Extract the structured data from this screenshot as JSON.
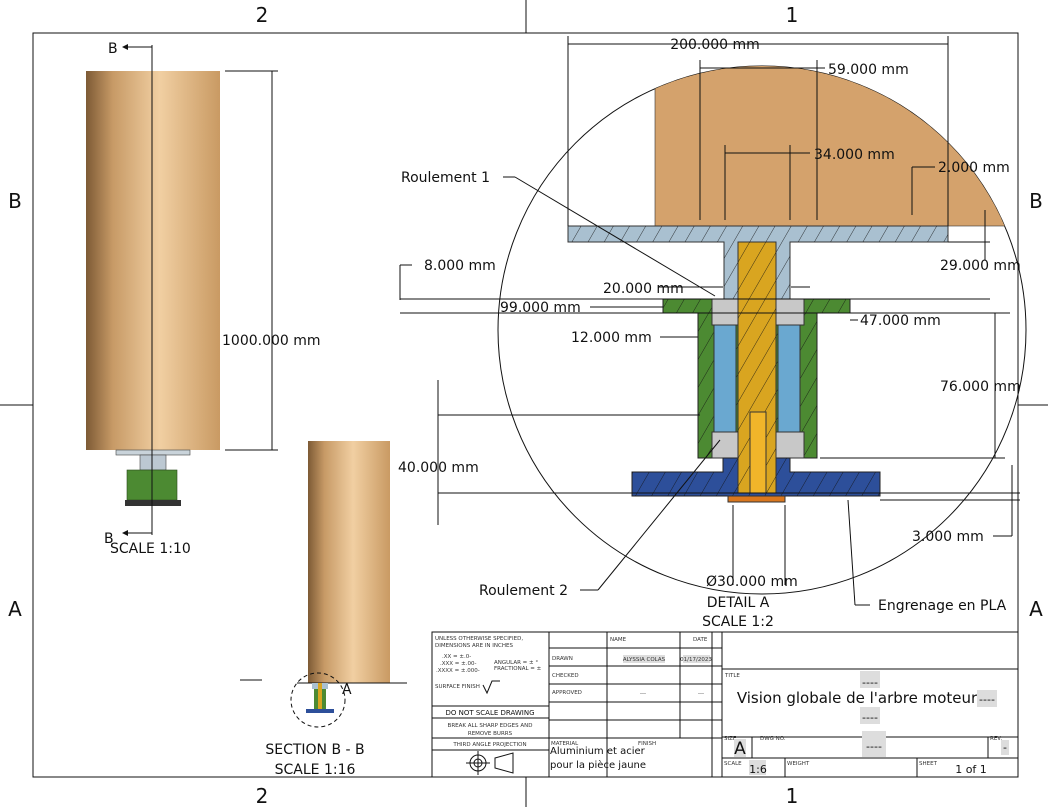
{
  "zones": {
    "top": [
      "2",
      "1"
    ],
    "bottom": [
      "2",
      "1"
    ],
    "left": [
      "B",
      "A"
    ],
    "right": [
      "B",
      "A"
    ]
  },
  "view_left": {
    "section_marker_top": "B",
    "section_marker_bottom": "B",
    "dimension": "1000.000 mm",
    "scale": "SCALE 1:10"
  },
  "view_section": {
    "detail_marker": "A",
    "title": "SECTION B - B",
    "scale": "SCALE 1:16"
  },
  "detail": {
    "title": "DETAIL A",
    "scale": "SCALE 1:2",
    "dimensions": {
      "d200": "200.000 mm",
      "d59": "59.000 mm",
      "d34": "34.000 mm",
      "d2": "2.000 mm",
      "d29": "29.000 mm",
      "d8": "8.000 mm",
      "d20": "20.000 mm",
      "d99": "99.000 mm",
      "d47": "47.000 mm",
      "d12": "12.000 mm",
      "d76": "76.000 mm",
      "d40": "40.000 mm",
      "d3": "3.000 mm",
      "d30": "Ø30.000 mm"
    },
    "callouts": {
      "roulement1": "Roulement 1",
      "roulement2": "Roulement 2",
      "engrenage": "Engrenage en PLA"
    }
  },
  "title_block": {
    "notes": [
      "UNLESS OTHERWISE SPECIFIED,",
      "DIMENSIONS ARE IN INCHES",
      ".XX = ±.0-",
      ".XXX = ±.00-",
      ".XXXX = ±.000-",
      "ANGULAR = ± °",
      "FRACTIONAL = ±",
      "SURFACE FINISH"
    ],
    "do_not_scale": "DO NOT SCALE DRAWING",
    "break_edges_1": "BREAK ALL SHARP EDGES AND",
    "break_edges_2": "REMOVE BURRS",
    "projection": "THIRD ANGLE PROJECTION",
    "name_header": "NAME",
    "date_header": "DATE",
    "drawn_label": "DRAWN",
    "drawn_name": "ALYSSIA COLAS",
    "drawn_date": "01/17/2023",
    "checked_label": "CHECKED",
    "approved_label": "APPROVED",
    "approved_name": "---",
    "approved_date": "---",
    "material_label": "MATERIAL",
    "material_1": "Aluminium et acier",
    "material_2": "pour la pièce jaune",
    "finish_label": "FINISH",
    "title_label": "TITLE",
    "title_top": "----",
    "title": "Vision globale de l'arbre moteur",
    "title_suffix": "----",
    "title_bottom": "----",
    "size_label": "SIZE",
    "size": "A",
    "dwg_label": "DWG NO.",
    "dwg_no": "----",
    "rev_label": "REV.",
    "rev": "-",
    "scale_label": "SCALE",
    "scale": "1:6",
    "weight_label": "WEIGHT",
    "sheet_label": "SHEET",
    "sheet": "1 of 1"
  },
  "colors": {
    "wood": "#d4a26c",
    "steel": "#a9c0d0",
    "green": "#4c8a32",
    "blue": "#2d4f9a",
    "yellow": "#d9a520",
    "grey": "#c8c8c8",
    "copper": "#d9771e"
  }
}
